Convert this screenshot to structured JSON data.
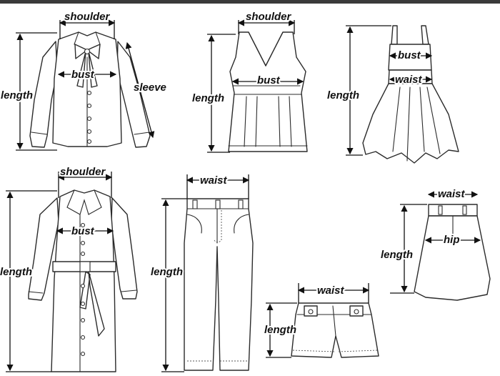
{
  "colors": {
    "line": "#2b2b2b",
    "text": "#111111",
    "background": "#ffffff"
  },
  "blouse": {
    "shoulder": "shoulder",
    "bust": "bust",
    "length": "length",
    "sleeve": "sleeve"
  },
  "camisole": {
    "shoulder": "shoulder",
    "bust": "bust",
    "length": "length"
  },
  "sundress": {
    "bust": "bust",
    "waist": "waist",
    "length": "length"
  },
  "trench_coat": {
    "shoulder": "shoulder",
    "bust": "bust",
    "length": "length"
  },
  "trousers": {
    "waist": "waist",
    "length": "length"
  },
  "skirt": {
    "waist": "waist",
    "hip": "hip",
    "length": "length"
  },
  "shorts": {
    "waist": "waist",
    "length": "length"
  }
}
